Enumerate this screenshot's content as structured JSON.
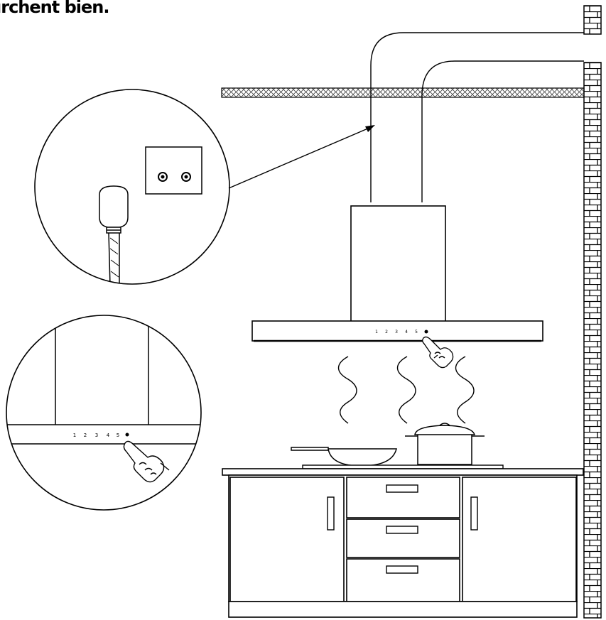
{
  "caption": "ırchent bien.",
  "hood_panel": {
    "buttons": [
      "1",
      "2",
      "3",
      "4",
      "5"
    ]
  },
  "zoom_panel": {
    "buttons": [
      "1",
      "2",
      "3",
      "4",
      "5"
    ]
  },
  "colors": {
    "line": "#000000",
    "background": "#ffffff",
    "hatch": "#444444"
  }
}
